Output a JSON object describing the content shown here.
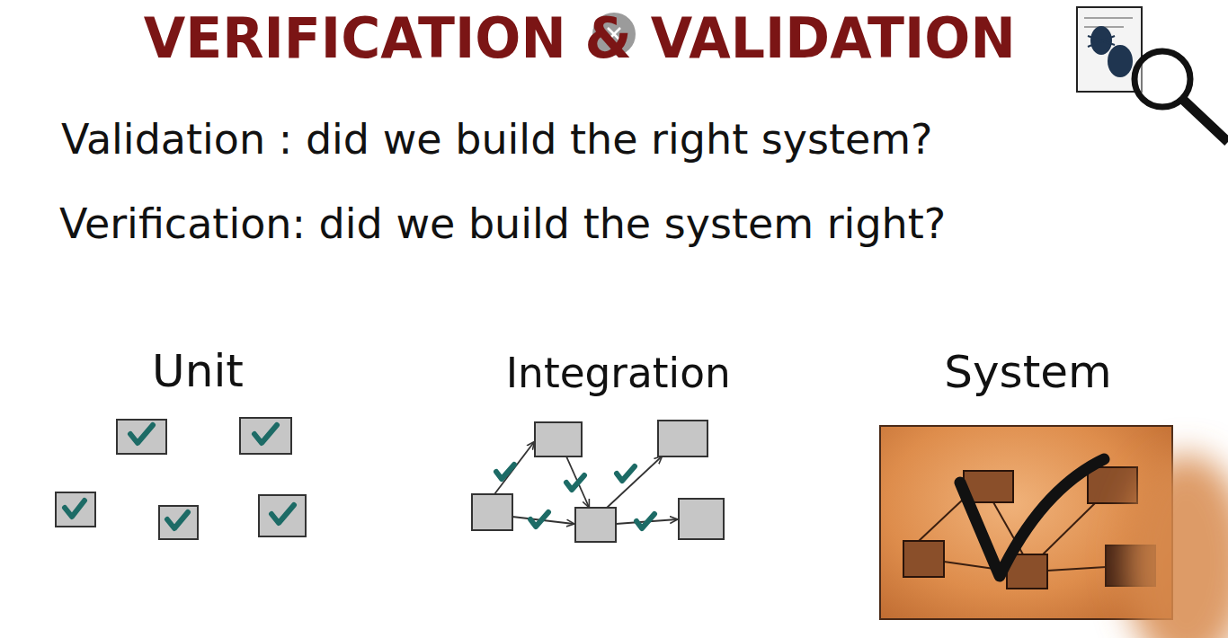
{
  "diagram": {
    "title": "VERIFICATION & VALIDATION",
    "nodes": [
      {
        "text": [
          "System"
        ]
      }
    ],
    "labels": [
      "Validation : did we build the right system?",
      "Verification: did we build the system right?",
      "Unit",
      "Integration"
    ]
  }
}
